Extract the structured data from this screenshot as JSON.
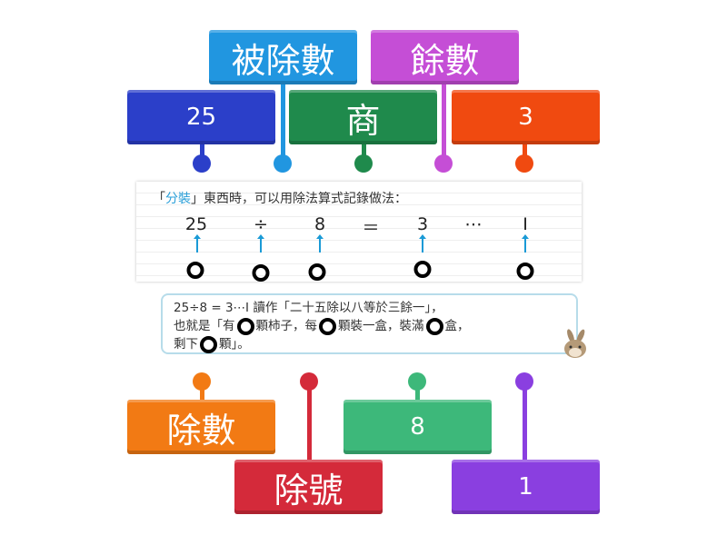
{
  "labels": {
    "dividend_word": {
      "text": "被除數",
      "color": "#2196e0"
    },
    "remainder_word": {
      "text": "餘數",
      "color": "#c54ed6"
    },
    "dividend_value": {
      "text": "25",
      "color": "#2b3fc9"
    },
    "quotient_word": {
      "text": "商",
      "color": "#1f8a4c"
    },
    "quotient_value": {
      "text": "3",
      "color": "#f04a10"
    },
    "divisor_word": {
      "text": "除數",
      "color": "#f27a14"
    },
    "division_sign_word": {
      "text": "除號",
      "color": "#d42a3a"
    },
    "divisor_value": {
      "text": "8",
      "color": "#3db87a"
    },
    "remainder_value": {
      "text": "1",
      "color": "#8a3fe0"
    }
  },
  "equation": {
    "intro_open": "「",
    "intro_highlight": "分裝",
    "intro_rest": "」東西時，可以用除法算式記錄做法：",
    "tokens": [
      "25",
      "÷",
      "8",
      "＝",
      "3",
      "⋯",
      "Ⅰ"
    ]
  },
  "reading": {
    "line1": "25÷8 = 3⋯Ⅰ 讀作「二十五除以八等於三餘一」，",
    "line2_a": "也就是「有",
    "line2_b": "顆柿子，每",
    "line2_c": "顆裝一盒，裝滿",
    "line2_d": "盒，",
    "line3_a": "剩下",
    "line3_b": "顆」。"
  }
}
